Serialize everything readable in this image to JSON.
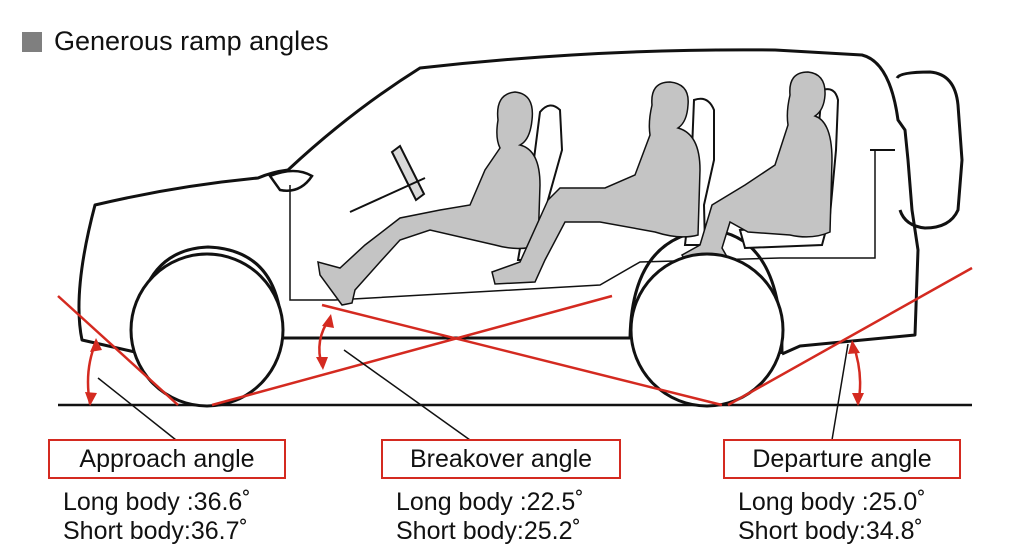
{
  "title": "Generous ramp angles",
  "colors": {
    "angle_lines": "#d42a20",
    "occupants": "#c4c4c4",
    "outline": "#111111",
    "title_marker": "#7f7f7f"
  },
  "angles": [
    {
      "label": "Approach angle",
      "long_body": "Long body :36.6˚",
      "short_body": "Short body:36.7˚"
    },
    {
      "label": "Breakover angle",
      "long_body": "Long body :22.5˚",
      "short_body": "Short body:25.2˚"
    },
    {
      "label": "Departure angle",
      "long_body": "Long body :25.0˚",
      "short_body": "Short body:34.8˚"
    }
  ]
}
